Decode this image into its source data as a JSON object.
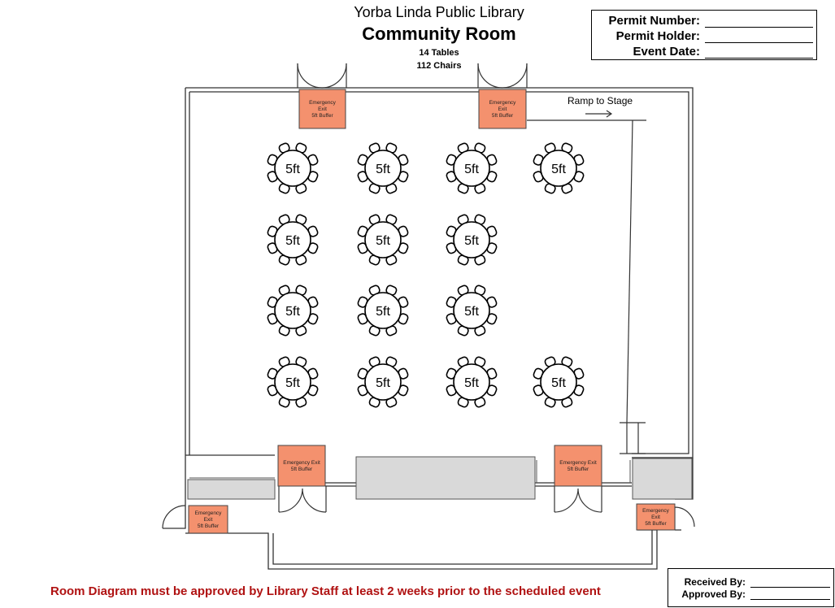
{
  "header": {
    "library_name": "Yorba Linda Public Library",
    "room_name": "Community Room",
    "tables_count": "14 Tables",
    "chairs_count": "112 Chairs"
  },
  "permit": {
    "number_label": "Permit Number:",
    "holder_label": "Permit Holder:",
    "date_label": "Event Date:"
  },
  "approval": {
    "received_label": "Received By:",
    "approved_label": "Approved By:"
  },
  "footer_note": "Room Diagram must be approved by Library Staff at least 2 weeks prior to the scheduled event",
  "ramp_label": "Ramp to Stage",
  "table_label": "5ft",
  "table_rows": [
    4,
    3,
    3,
    4
  ],
  "exit_buffer": {
    "line1": "Emergency",
    "line2": "Exit",
    "line3": "5ft Buffer",
    "wide_line1": "Emergency Exit",
    "wide_line2": "5ft Buffer"
  },
  "colors": {
    "exit_fill": "#f4916e",
    "counter_fill": "#d9d9d9",
    "note_red": "#b01212"
  }
}
